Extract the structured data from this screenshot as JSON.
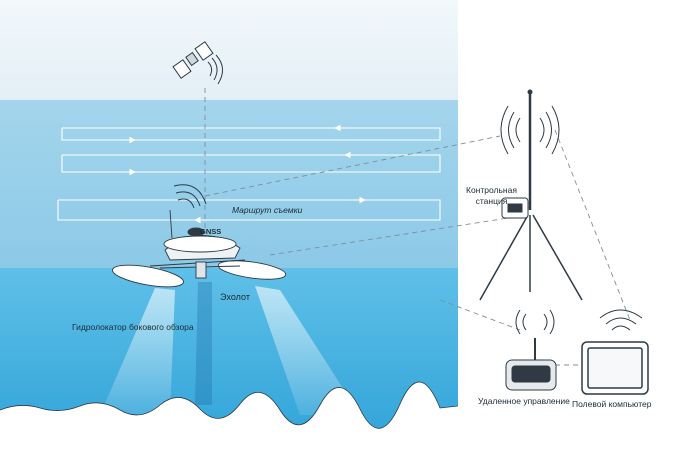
{
  "labels": {
    "route": "Маршрут съемки",
    "gnss": "GNSS",
    "echosounder": "Эхолот",
    "side_scan_sonar": "Гидролокатор бокового обзора",
    "control_station_line1": "Контрольная",
    "control_station_line2": "станция",
    "remote_control": "Удаленное управление",
    "field_computer": "Полевой компьютер"
  },
  "colors": {
    "sky": "#e7f2f8",
    "water_surface": "#a9d9ef",
    "water_deep": "#3aaee0",
    "beam": "#c7e7f5",
    "line_dark": "#2f3a44",
    "dashed_link": "#8a9aa6"
  },
  "icons": [
    "satellite-icon",
    "signal-waves-icon",
    "antenna-mast-icon",
    "tripod-icon",
    "remote-controller-icon",
    "tablet-computer-icon",
    "boat-icon"
  ]
}
